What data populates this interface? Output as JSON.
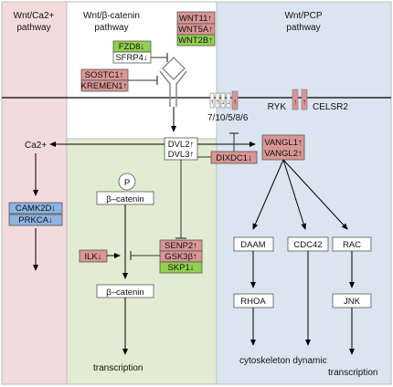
{
  "panels": {
    "ca": {
      "title_l1": "Wnt/Ca2+",
      "title_l2": "pathway"
    },
    "canonical": {
      "title_l1": "Wnt/β-catenin",
      "title_l2": "pathway"
    },
    "pcp": {
      "title_l1": "Wnt/PCP",
      "title_l2": "pathway"
    }
  },
  "colors": {
    "ca_bg": "#f2dcdb",
    "canonical_bg": "#e2ecd2",
    "pcp_bg": "#dbe5f1",
    "up_box": "#d99694",
    "down_green": "#92d050",
    "down_blue": "#8db3e2"
  },
  "nodes": {
    "wnt11": "WNT11↑",
    "wnt5a": "WNT5A↑",
    "wnt2b": "WNT2B↑",
    "fzd8": "FZD8↓",
    "sfrp4": "SFRP4↓",
    "sostc1": "SOSTC1↑",
    "kremen1": "KREMEN1↑",
    "fzd_label": "7/10/5/8/6",
    "ryk": "RYK",
    "celsr2": "CELSR2",
    "dvl2": "DVL2↑",
    "dvl3": "DVL3↑",
    "ca2": "Ca2+",
    "camk2d": "CAMK2D↓",
    "prkca": "PRKCA↓",
    "phospho": "P",
    "bcat1": "β–catenin",
    "bcat2": "β–catenin",
    "dixdc1": "DIXDC1↓",
    "vangl1": "VANGL1↑",
    "vangl2": "VANGL2↑",
    "ilk": "ILK↓",
    "senp2": "SENP2↑",
    "gsk3b": "GSK3β↑",
    "skp1": "SKP1↓",
    "daam": "DAAM",
    "cdc42": "CDC42",
    "rac": "RAC",
    "rhoa": "RHOA",
    "jnk": "JNK",
    "transcription_left": "transcription",
    "cytoskeleton": "cytoskeleton dynamic",
    "transcription_right": "transcription"
  },
  "fzd_arrows": [
    "↑",
    "↑",
    "↓",
    "↓",
    "↑"
  ]
}
